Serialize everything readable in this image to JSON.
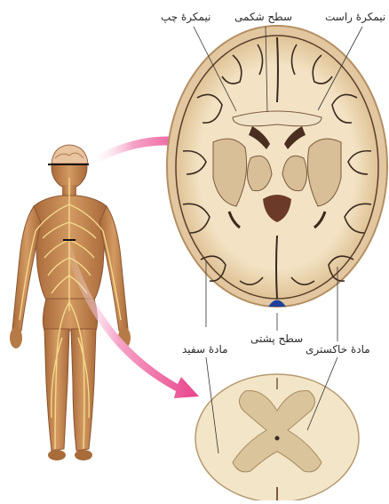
{
  "labels": {
    "left_hemisphere": "نیمکرهٔ چپ",
    "ventral_surface": "سطح شکمی",
    "right_hemisphere": "نیمکرهٔ راست",
    "dorsal_surface": "سطح پشتی",
    "white_matter": "مادهٔ سفید",
    "gray_matter": "مادهٔ خاکستری"
  },
  "colors": {
    "body_skin": "#c8905a",
    "nerves": "#f4d98a",
    "brain_outer": "#d9b889",
    "brain_gray": "#e9d3ae",
    "brain_white": "#f8ecd2",
    "sulci": "#3a2a1e",
    "ventricle": "#6b3a28",
    "arrow": "#e8438a",
    "spinal_white": "#f3e5c8",
    "spinal_gray": "#d9c49c"
  }
}
